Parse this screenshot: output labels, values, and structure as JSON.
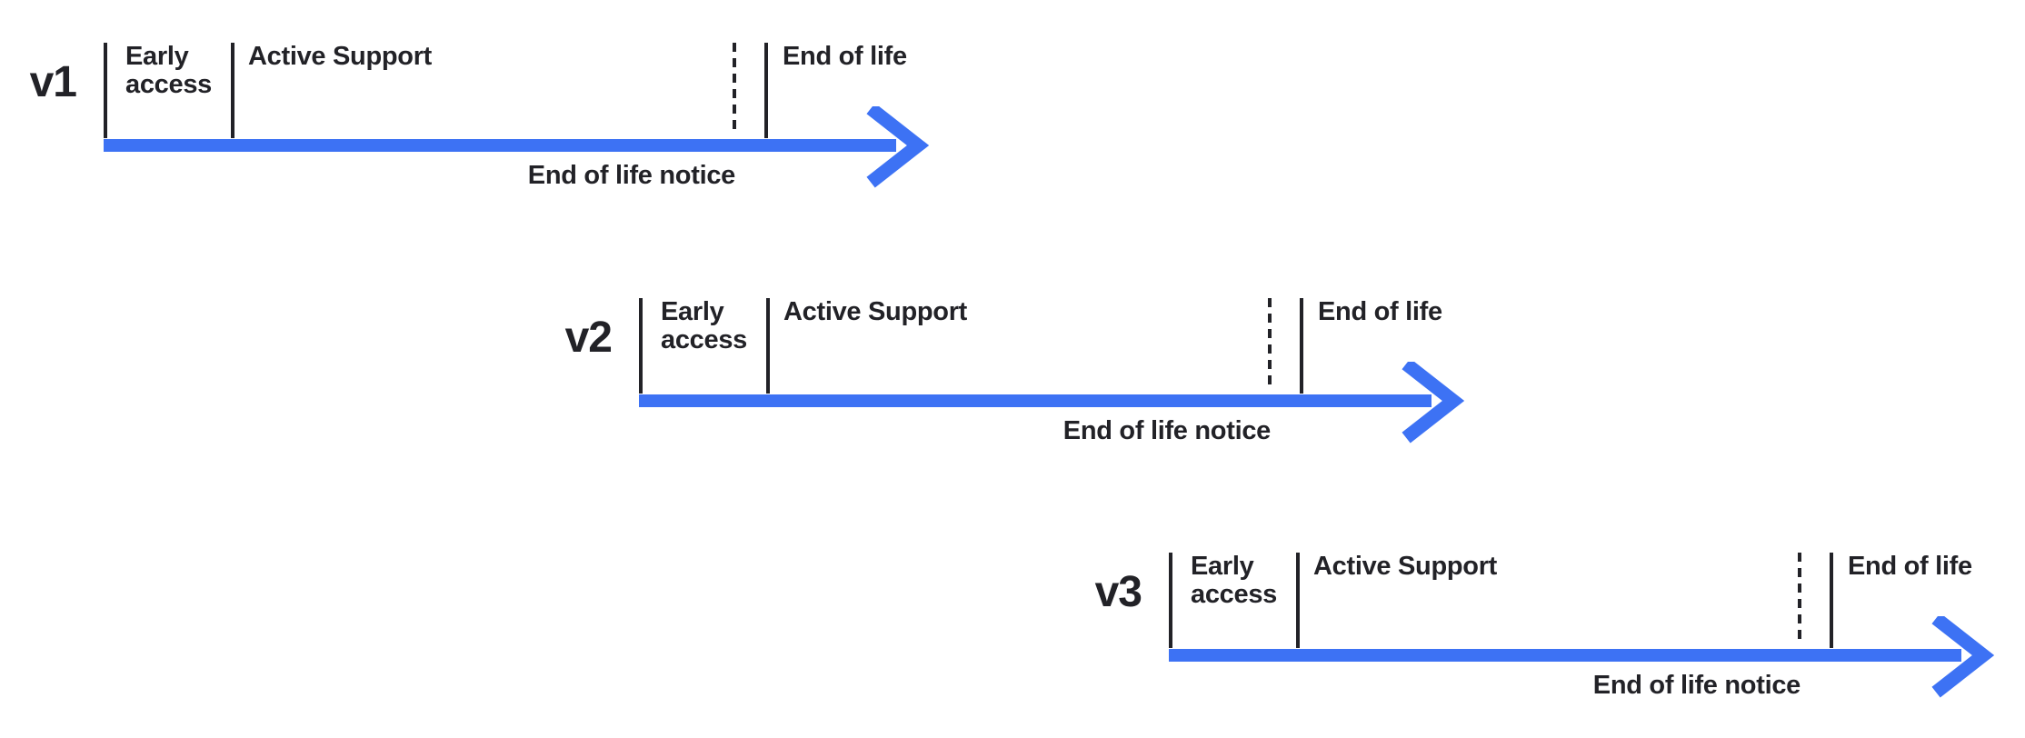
{
  "colors": {
    "arrow": "#3D72F4",
    "ink": "#222227"
  },
  "timelines": [
    {
      "version": "v1",
      "labels": {
        "early_access": "Early access",
        "active_support": "Active Support",
        "end_of_life": "End of life",
        "end_of_life_notice": "End of life notice"
      }
    },
    {
      "version": "v2",
      "labels": {
        "early_access": "Early access",
        "active_support": "Active Support",
        "end_of_life": "End of life",
        "end_of_life_notice": "End of life notice"
      }
    },
    {
      "version": "v3",
      "labels": {
        "early_access": "Early access",
        "active_support": "Active Support",
        "end_of_life": "End of life",
        "end_of_life_notice": "End of life notice"
      }
    }
  ]
}
